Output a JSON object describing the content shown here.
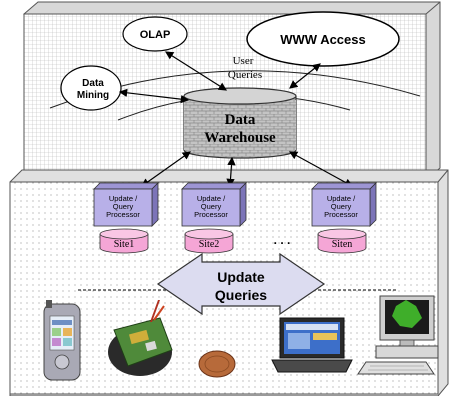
{
  "top_layer": {
    "olap": "OLAP",
    "www": "WWW Access",
    "mining_line1": "Data",
    "mining_line2": "Mining",
    "user_queries_line1": "User",
    "user_queries_line2": "Queries",
    "warehouse_line1": "Data",
    "warehouse_line2": "Warehouse"
  },
  "processors": [
    {
      "line1": "Update /",
      "line2": "Query",
      "line3": "Processor"
    },
    {
      "line1": "Update /",
      "line2": "Query",
      "line3": "Processor"
    },
    {
      "line1": "Update /",
      "line2": "Query",
      "line3": "Processor"
    }
  ],
  "sites": [
    "Site1",
    "Site2",
    "Siten"
  ],
  "ellipsis": ". . .",
  "update_queries_line1": "Update",
  "update_queries_line2": "Queries",
  "colors": {
    "processor_fill": "#b8b0e8",
    "site_fill": "#f5a6d6",
    "warehouse_fill": "#bdbdbd",
    "device_green": "#3fae2a"
  },
  "devices": [
    "pda-icon",
    "sensor-board-icon",
    "penny-icon",
    "laptop-icon",
    "desktop-computer-icon"
  ]
}
